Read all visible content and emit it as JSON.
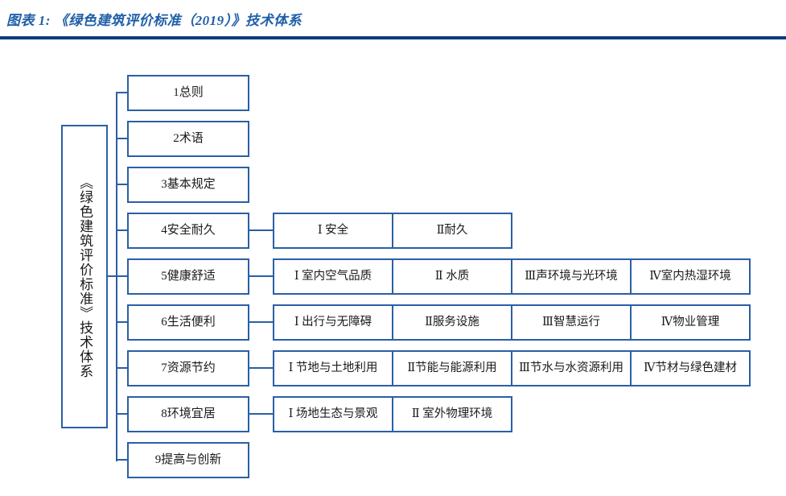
{
  "figure": {
    "title": "图表 1:  《绿色建筑评价标准（2019）》技术体系",
    "accent_color": "#2B5FA5",
    "rule_color": "#0A3C82",
    "title_color": "#1F5FA8"
  },
  "root": {
    "label": "《绿色建筑评价标准》技术体系",
    "vertical_display": "《绿色建筑评价标准》技术体系"
  },
  "chapters": [
    {
      "label": "1总则",
      "subsections": []
    },
    {
      "label": "2术语",
      "subsections": []
    },
    {
      "label": "3基本规定",
      "subsections": []
    },
    {
      "label": "4安全耐久",
      "subsections": [
        "Ⅰ 安全",
        "Ⅱ耐久"
      ]
    },
    {
      "label": "5健康舒适",
      "subsections": [
        "Ⅰ 室内空气品质",
        "Ⅱ 水质",
        "Ⅲ声环境与光环境",
        "Ⅳ室内热湿环境"
      ]
    },
    {
      "label": "6生活便利",
      "subsections": [
        "Ⅰ 出行与无障碍",
        "Ⅱ服务设施",
        "Ⅲ智慧运行",
        "Ⅳ物业管理"
      ]
    },
    {
      "label": "7资源节约",
      "subsections": [
        "Ⅰ 节地与土地利用",
        "Ⅱ节能与能源利用",
        "Ⅲ节水与水资源利用",
        "Ⅳ节材与绿色建材"
      ]
    },
    {
      "label": "8环境宜居",
      "subsections": [
        "Ⅰ 场地生态与景观",
        "Ⅱ 室外物理环境"
      ]
    },
    {
      "label": "9提高与创新",
      "subsections": []
    }
  ]
}
